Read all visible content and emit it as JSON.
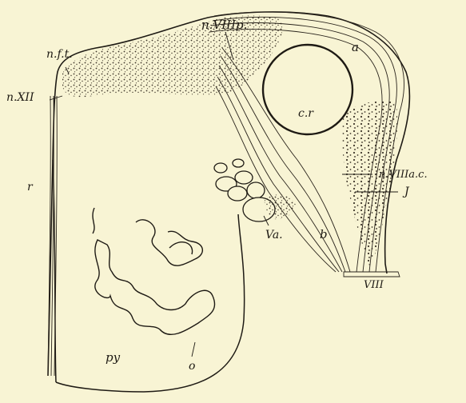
{
  "labels": {
    "nVIIIp": "n.VIIIp.",
    "a": "a",
    "nft": "n.f.t.",
    "nXII": "n.XII",
    "cr": "c.r",
    "nVIIIac": "n.VIIIa.c.",
    "J": "J",
    "r": "r",
    "Va": "Va.",
    "b": "b",
    "VIII": "VIII",
    "py": "py",
    "o": "o"
  },
  "colors": {
    "paper": "#f8f4d4",
    "ink": "#1e1a14",
    "stipple": "#4a4236"
  }
}
